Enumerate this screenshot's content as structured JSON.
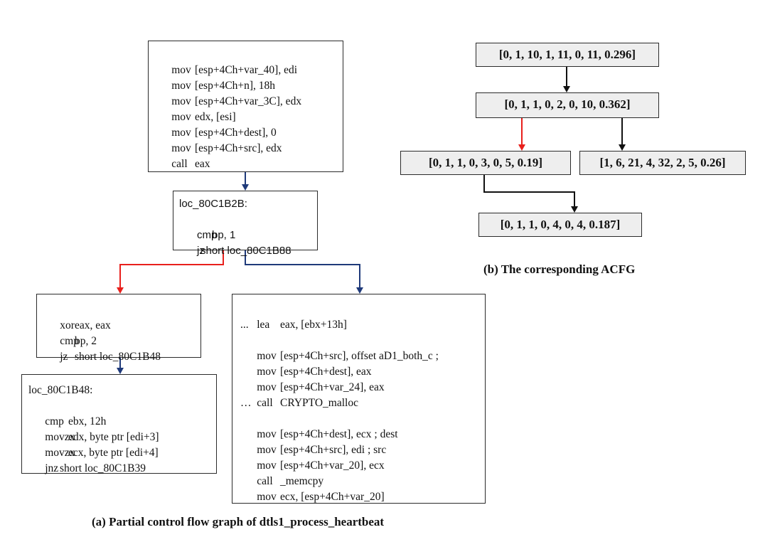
{
  "cfg": {
    "block1": {
      "lines": [
        {
          "op": "mov",
          "arg": "[esp+4Ch+var_40], edi"
        },
        {
          "op": "mov",
          "arg": "[esp+4Ch+n], 18h"
        },
        {
          "op": "mov",
          "arg": "[esp+4Ch+var_3C], edx"
        },
        {
          "op": "mov",
          "arg": "edx, [esi]"
        },
        {
          "op": "mov",
          "arg": "[esp+4Ch+dest], 0"
        },
        {
          "op": "mov",
          "arg": "[esp+4Ch+src], edx"
        },
        {
          "op": "call",
          "arg": "eax"
        }
      ]
    },
    "block2": {
      "lines": [
        {
          "text": "loc_80C1B2B:"
        },
        {
          "op": "cmp",
          "arg": "bp, 1"
        },
        {
          "op": "jz",
          "arg": "short loc_80C1B88"
        }
      ]
    },
    "block3": {
      "lines": [
        {
          "op": "xor",
          "arg": "eax, eax"
        },
        {
          "op": "cmp",
          "arg": "bp, 2"
        },
        {
          "op": "jz",
          "arg": "short loc_80C1B48"
        }
      ]
    },
    "block4": {
      "lines": [
        {
          "text": "loc_80C1B48:"
        },
        {
          "op": "cmp",
          "arg": "ebx, 12h"
        },
        {
          "op": "movzx",
          "arg": "edx, byte ptr [edi+3]"
        },
        {
          "op": "movzx",
          "arg": "ecx, byte ptr [edi+4]"
        },
        {
          "op": "jnz",
          "arg": "short loc_80C1B39"
        }
      ]
    },
    "block5": {
      "lines": [
        {
          "op": "lea",
          "arg": "eax, [ebx+13h]"
        },
        {
          "text": "..."
        },
        {
          "op": "mov",
          "arg": "[esp+4Ch+src], offset aD1_both_c ;"
        },
        {
          "op": "mov",
          "arg": "[esp+4Ch+dest], eax"
        },
        {
          "op": "mov",
          "arg": "[esp+4Ch+var_24], eax"
        },
        {
          "op": "call",
          "arg": "CRYPTO_malloc"
        },
        {
          "text": "…"
        },
        {
          "op": "mov",
          "arg": "[esp+4Ch+dest], ecx ; dest"
        },
        {
          "op": "mov",
          "arg": "[esp+4Ch+src], edi ; src"
        },
        {
          "op": "mov",
          "arg": "[esp+4Ch+var_20], ecx"
        },
        {
          "op": "call",
          "arg": "_memcpy"
        },
        {
          "op": "mov",
          "arg": "ecx, [esp+4Ch+var_20]"
        }
      ]
    },
    "caption": "(a) Partial control flow graph  of dtls1_process_heartbeat"
  },
  "acfg": {
    "nodes": [
      "[0, 1, 10, 1, 11, 0, 11, 0.296]",
      "[0, 1, 1, 0, 2, 0, 10, 0.362]",
      "[0, 1, 1, 0, 3, 0, 5, 0.19]",
      "[1, 6, 21, 4, 32, 2, 5, 0.26]",
      "[0, 1, 1, 0, 4, 0, 4, 0.187]"
    ],
    "caption": "(b) The corresponding ACFG"
  },
  "colors": {
    "edge_blue": "#1f3a7a",
    "edge_red": "#e8201c",
    "edge_black": "#111111",
    "node_fill": "#eeeeee"
  }
}
